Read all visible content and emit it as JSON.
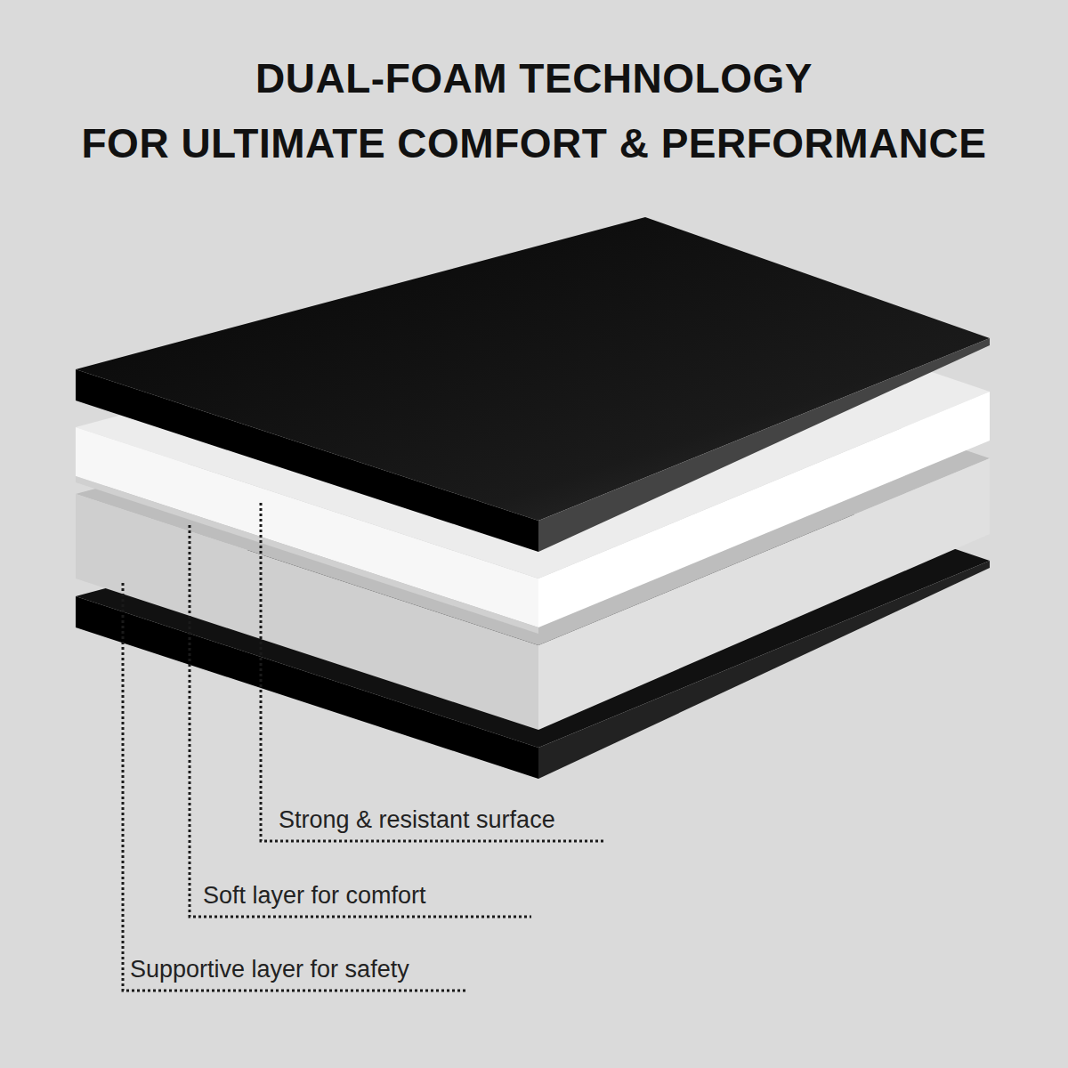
{
  "diagram": {
    "title": "DUAL-FOAM TECHNOLOGY FOR ULTIMATE COMFORT & PERFORMANCE",
    "labels": [
      "Strong & resistant surface",
      "Soft layer for comfort",
      "Supportive layer for safety"
    ]
  }
}
